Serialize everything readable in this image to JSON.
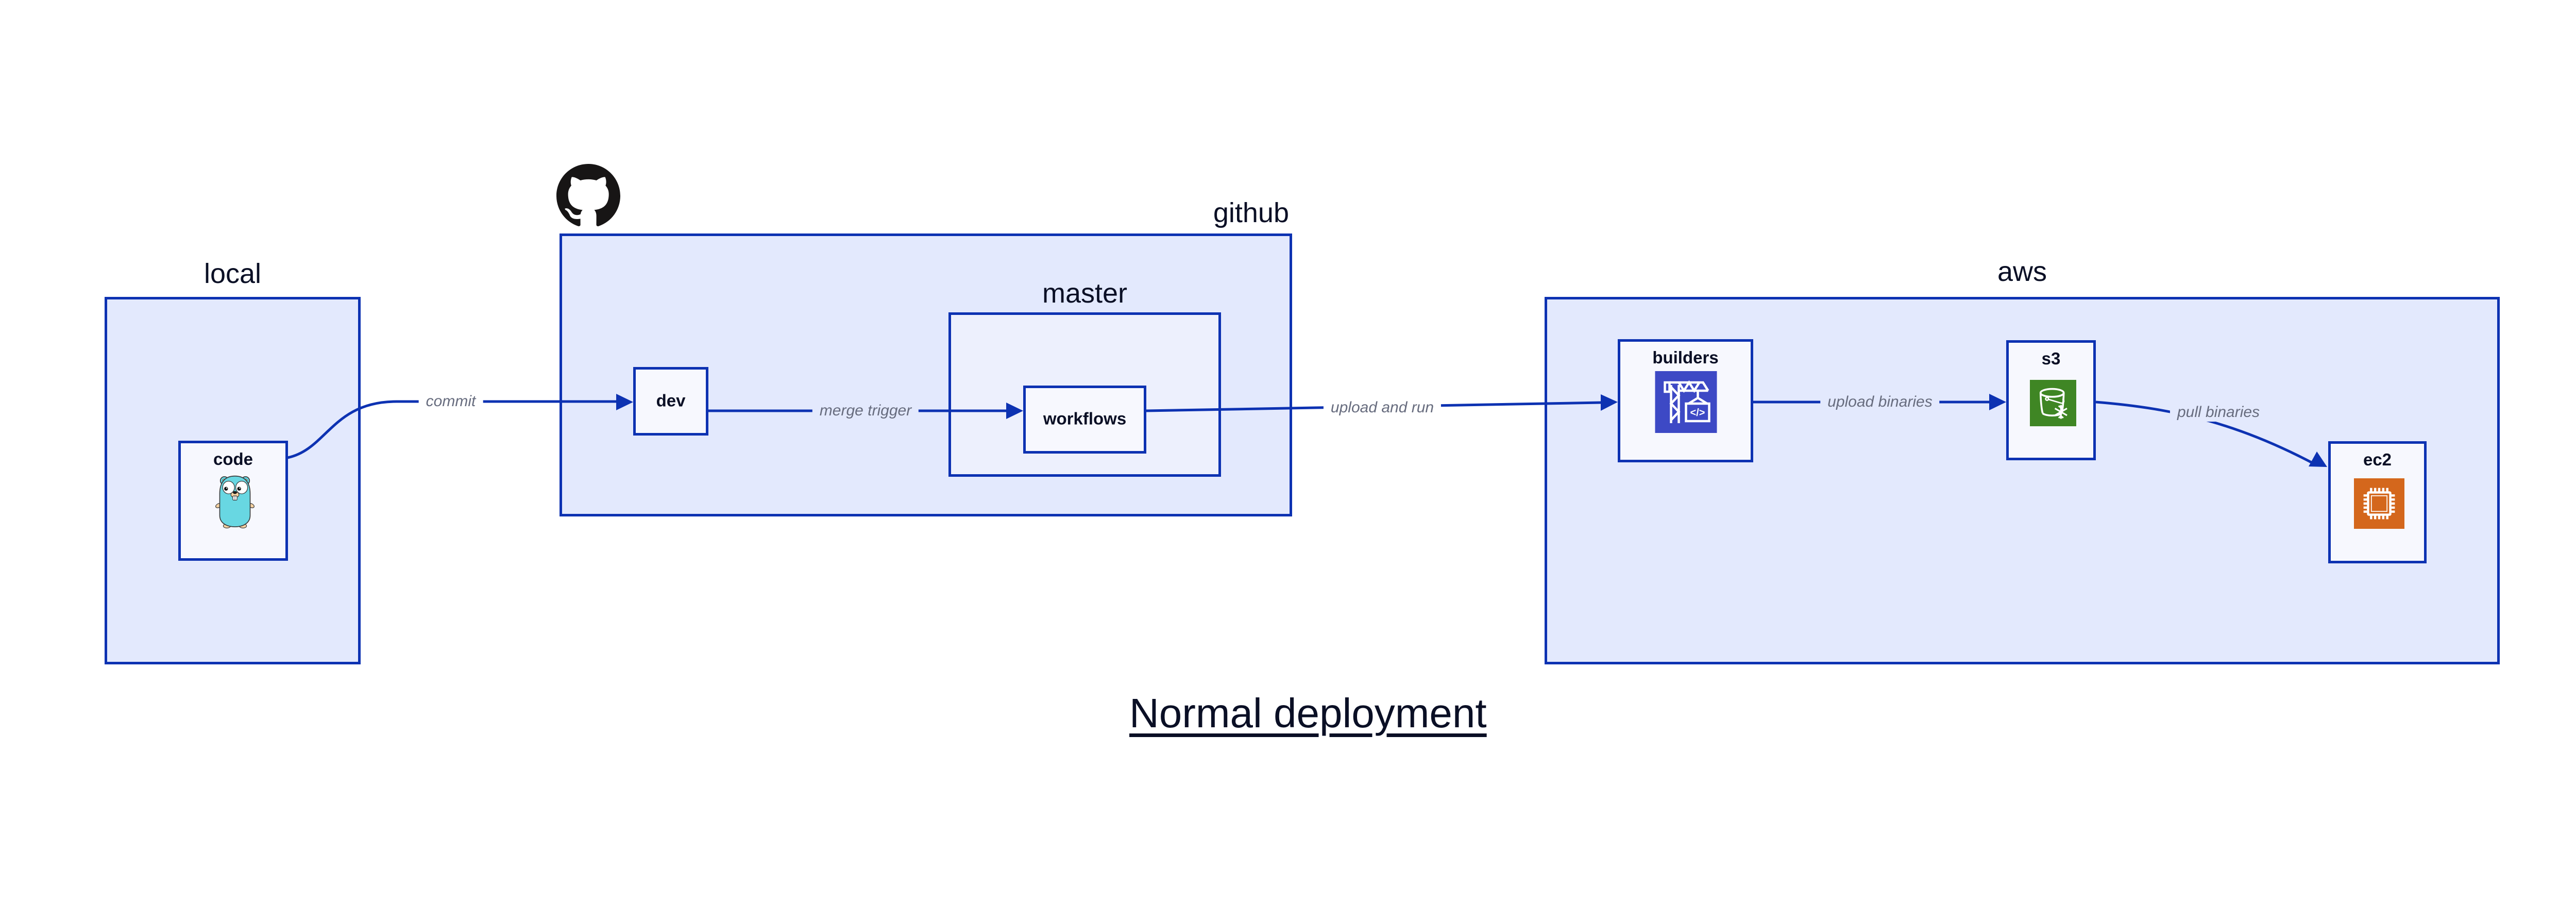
{
  "title": {
    "text": "Normal deployment"
  },
  "nodes": {
    "local": {
      "label": "local"
    },
    "code": {
      "label": "code"
    },
    "github": {
      "label": "github"
    },
    "dev": {
      "label": "dev"
    },
    "master": {
      "label": "master"
    },
    "workflows": {
      "label": "workflows"
    },
    "aws": {
      "label": "aws"
    },
    "builders": {
      "label": "builders"
    },
    "s3": {
      "label": "s3"
    },
    "ec2": {
      "label": "ec2"
    }
  },
  "edges": [
    {
      "from": "code",
      "to": "dev",
      "label": "commit"
    },
    {
      "from": "dev",
      "to": "workflows",
      "label": "merge trigger"
    },
    {
      "from": "workflows",
      "to": "builders",
      "label": "upload and run"
    },
    {
      "from": "builders",
      "to": "s3",
      "label": "upload binaries"
    },
    {
      "from": "s3",
      "to": "ec2",
      "label": "pull binaries"
    }
  ],
  "icons": {
    "github_logo": "github-octocat-icon",
    "code": "go-gopher-icon",
    "builders": "crane-build-icon",
    "s3": "s3-bucket-icon",
    "ec2": "ec2-chip-icon",
    "crane_code_text": "</>"
  },
  "colors": {
    "stroke": "#0D32B2",
    "container_fill": "#E3E9FD",
    "nested_fill": "#EDF0FD",
    "leaf_fill": "#F7F8FE",
    "text_dark": "#0A0F25",
    "edge_label_gray": "#676C7E",
    "builders_icon_bg": "#3D49C5",
    "s3_icon_bg": "#3F8624",
    "ec2_icon_bg": "#D4671C",
    "github_logo_black": "#171515",
    "gopher_body_teal": "#68D7E2"
  }
}
